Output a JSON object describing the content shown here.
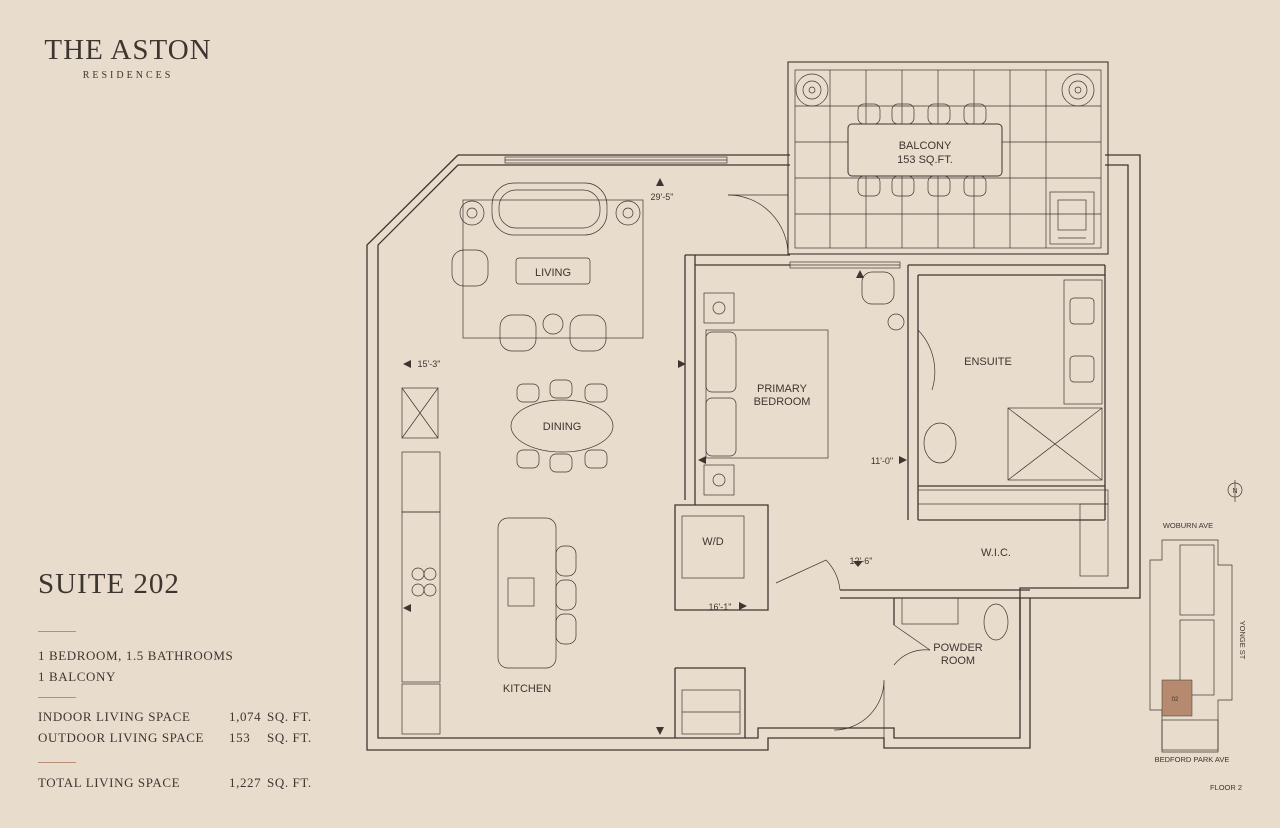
{
  "brand": {
    "title": "THE ASTON",
    "subtitle": "RESIDENCES"
  },
  "suite": {
    "title": "SUITE 202",
    "layout": "1 BEDROOM, 1.5 BATHROOMS",
    "balcony": "1 BALCONY"
  },
  "specs": {
    "indoor": {
      "label": "INDOOR LIVING SPACE",
      "value": "1,074",
      "unit": "SQ. FT."
    },
    "outdoor": {
      "label": "OUTDOOR LIVING SPACE",
      "value": "153",
      "unit": "SQ. FT."
    },
    "total": {
      "label": "TOTAL LIVING SPACE",
      "value": "1,227",
      "unit": "SQ. FT."
    }
  },
  "rooms": {
    "living": "LIVING",
    "dining": "DINING",
    "kitchen": "KITCHEN",
    "primary_bedroom_1": "PRIMARY",
    "primary_bedroom_2": "BEDROOM",
    "ensuite": "ENSUITE",
    "wic": "W.I.C.",
    "wd": "W/D",
    "powder_room_1": "POWDER",
    "powder_room_2": "ROOM",
    "balcony": "BALCONY",
    "balcony_area": "153 SQ.FT."
  },
  "dimensions": {
    "living_width": "29'-5\"",
    "living_depth": "15'-3\"",
    "bedroom_width": "11'-0\"",
    "wic_width": "12'-6\"",
    "laundry_width": "16'-1\""
  },
  "keyplan": {
    "north": "N",
    "street_top": "WOBURN AVE",
    "street_right": "YONGE ST",
    "street_bottom": "BEDFORD PARK AVE",
    "unit_label": "02",
    "floor": "FLOOR 2"
  },
  "colors": {
    "background": "#e8dccd",
    "ink": "#3d3630",
    "accent_rule": "#b98c76",
    "unit_highlight": "#b58a6e"
  }
}
